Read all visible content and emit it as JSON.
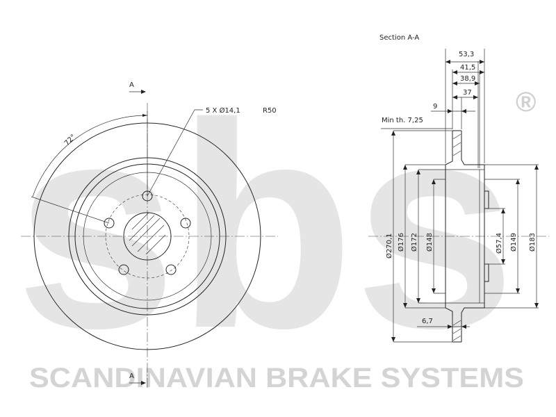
{
  "watermark": {
    "logo_text": "sbs",
    "registered_mark": "®",
    "tagline": "SCANDINAVIAN BRAKE SYSTEMS"
  },
  "front_view": {
    "section_mark_top": "A",
    "section_mark_bottom": "A",
    "angle_label": "72°",
    "hole_callout": "5 X Ø14,1",
    "pcd_callout": "R50"
  },
  "section_view": {
    "title": "Section A-A",
    "min_thickness": "Min th. 7,25",
    "widths": [
      "53,3",
      "41,5",
      "38,9",
      "37",
      "9",
      "6,7"
    ],
    "diameters_left": [
      "Ø270,1",
      "Ø176",
      "Ø172",
      "Ø148"
    ],
    "diameters_right": [
      "Ø57,4",
      "Ø149",
      "Ø183"
    ]
  },
  "colors": {
    "line": "#222222",
    "watermark": "#dcdcdc"
  }
}
